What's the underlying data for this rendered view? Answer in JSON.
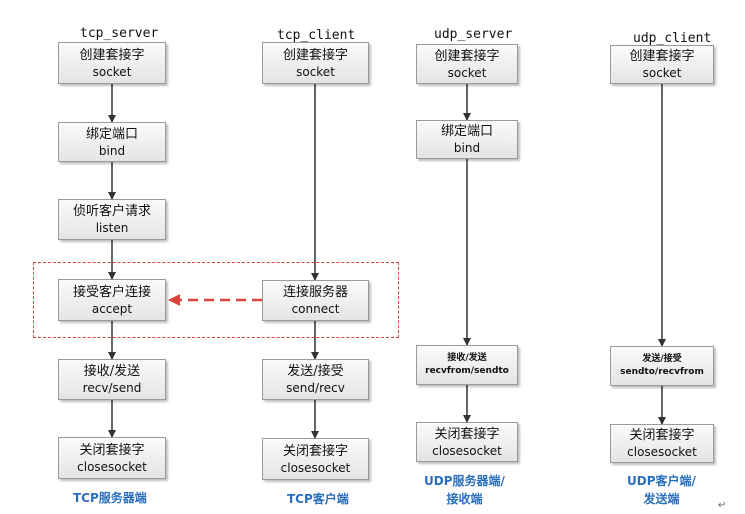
{
  "columns": {
    "tcp_server": {
      "title": "tcp_server",
      "steps": [
        {
          "l1": "创建套接字",
          "l2": "socket"
        },
        {
          "l1": "绑定端口",
          "l2": "bind"
        },
        {
          "l1": "侦听客户请求",
          "l2": "listen"
        },
        {
          "l1": "接受客户连接",
          "l2": "accept"
        },
        {
          "l1": "接收/发送",
          "l2": "recv/send"
        },
        {
          "l1": "关闭套接字",
          "l2": "closesocket"
        }
      ],
      "footer": "TCP服务器端"
    },
    "tcp_client": {
      "title": "tcp_client",
      "steps": [
        {
          "l1": "创建套接字",
          "l2": "socket"
        },
        {
          "l1": "连接服务器",
          "l2": "connect"
        },
        {
          "l1": "发送/接受",
          "l2": "send/recv"
        },
        {
          "l1": "关闭套接字",
          "l2": "closesocket"
        }
      ],
      "footer": "TCP客户端"
    },
    "udp_server": {
      "title": "udp_server",
      "steps": [
        {
          "l1": "创建套接字",
          "l2": "socket"
        },
        {
          "l1": "绑定端口",
          "l2": "bind"
        },
        {
          "l1": "接收/发送",
          "l2": "recvfrom/sendto"
        },
        {
          "l1": "关闭套接字",
          "l2": "closesocket"
        }
      ],
      "footer_line1": "UDP服务器端/",
      "footer_line2": "接收端"
    },
    "udp_client": {
      "title": "udp_client",
      "steps": [
        {
          "l1": "创建套接字",
          "l2": "socket"
        },
        {
          "l1": "发送/接受",
          "l2": "sendto/recvfrom"
        },
        {
          "l1": "关闭套接字",
          "l2": "closesocket"
        }
      ],
      "footer_line1": "UDP客户端/",
      "footer_line2": "发送端"
    }
  },
  "colors": {
    "arrow": "#333333",
    "connect_arrow": "#d9453d",
    "footer": "#2a6fbd"
  },
  "end_marker": "↵"
}
